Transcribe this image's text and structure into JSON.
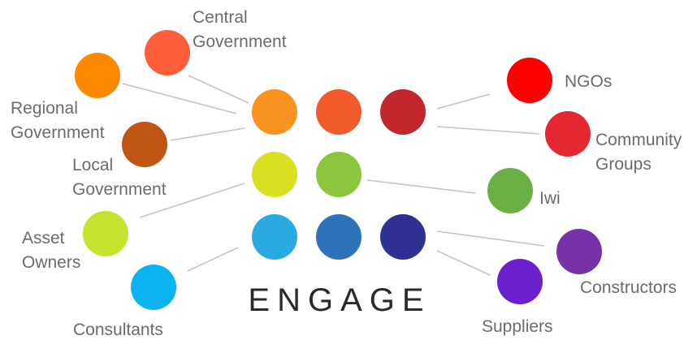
{
  "title": "ENGAGE",
  "stakeholders": [
    {
      "id": "central-government",
      "lines": [
        "Central",
        "Government"
      ],
      "color": "#FF5E3A"
    },
    {
      "id": "regional-government",
      "lines": [
        "Regional",
        "Government"
      ],
      "color": "#FF8A00"
    },
    {
      "id": "local-government",
      "lines": [
        "Local",
        "Government"
      ],
      "color": "#BF5614"
    },
    {
      "id": "asset-owners",
      "lines": [
        "Asset",
        "Owners"
      ],
      "color": "#C3E32F"
    },
    {
      "id": "consultants",
      "lines": [
        "Consultants"
      ],
      "color": "#0BB3F0"
    },
    {
      "id": "ngos",
      "lines": [
        "NGOs"
      ],
      "color": "#FF0000"
    },
    {
      "id": "community-groups",
      "lines": [
        "Community",
        "Groups"
      ],
      "color": "#E52731"
    },
    {
      "id": "iwi",
      "lines": [
        "Iwi"
      ],
      "color": "#6AB044"
    },
    {
      "id": "constructors",
      "lines": [
        "Constructors"
      ],
      "color": "#7832A8"
    },
    {
      "id": "suppliers",
      "lines": [
        "Suppliers"
      ],
      "color": "#6A20CC"
    }
  ],
  "grid_colors": [
    "#F7931E",
    "#F15A2B",
    "#C1272D",
    "#D9E021",
    "#8CC63F",
    "#29ABE2",
    "#2D73B9",
    "#2E3192"
  ]
}
